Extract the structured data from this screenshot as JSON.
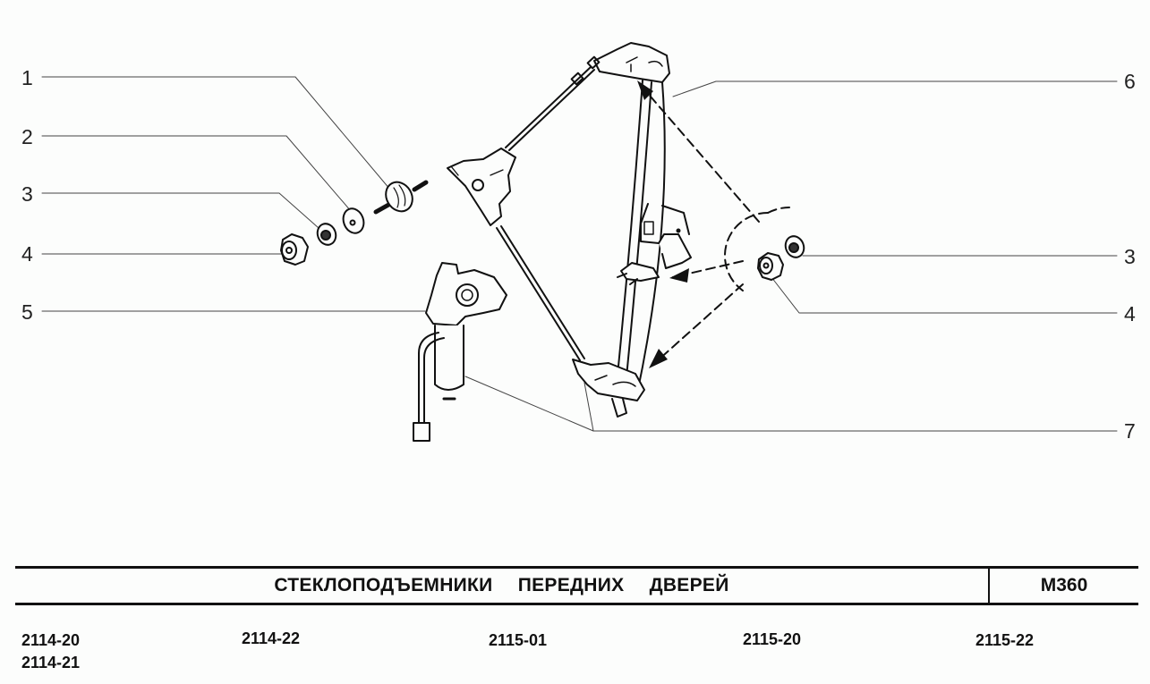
{
  "diagram": {
    "description": "Exploded view of front door window regulator assembly",
    "callouts_left": [
      {
        "num": "1",
        "part": "stud-rubber-mount"
      },
      {
        "num": "2",
        "part": "flat-washer"
      },
      {
        "num": "3",
        "part": "lock-washer"
      },
      {
        "num": "4",
        "part": "nut"
      },
      {
        "num": "5",
        "part": "gear-motor"
      }
    ],
    "callouts_right": [
      {
        "num": "6",
        "part": "window-regulator-rail"
      },
      {
        "num": "3",
        "part": "lock-washer"
      },
      {
        "num": "4",
        "part": "nut"
      },
      {
        "num": "7",
        "part": "cable-assembly"
      }
    ]
  },
  "title_block": {
    "title": "СТЕКЛОПОДЪЕМНИКИ ПЕРЕДНИХ ДВЕРЕЙ",
    "code": "М360"
  },
  "models": [
    {
      "lines": [
        "2114-20",
        "2114-21"
      ]
    },
    {
      "lines": [
        "2114-22"
      ]
    },
    {
      "lines": [
        "2115-01"
      ]
    },
    {
      "lines": [
        "2115-20"
      ]
    },
    {
      "lines": [
        "2115-22"
      ]
    }
  ],
  "colors": {
    "ink": "#111111",
    "background": "#fcfdfc"
  }
}
